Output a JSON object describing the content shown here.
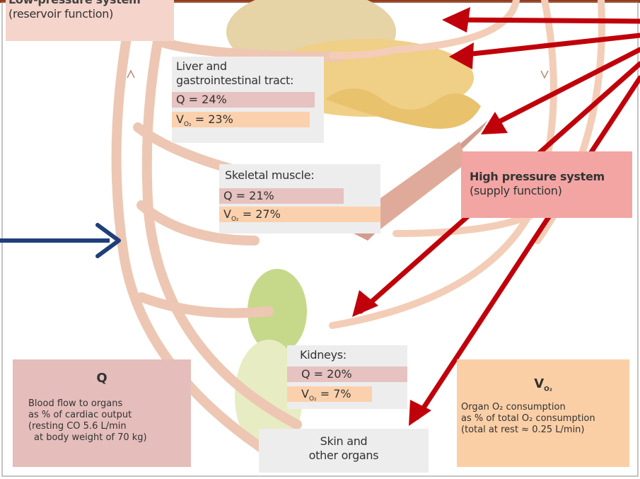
{
  "top_bar": {
    "color": "#9b3a14"
  },
  "low_pressure": {
    "title": "Low-pressure system",
    "subtitle": "(reservoir function)",
    "color": "#f5d4cb"
  },
  "high_pressure": {
    "title": "High pressure system",
    "subtitle": "(supply function)",
    "color": "#f2a5a3"
  },
  "liver": {
    "label_1": "Liver and",
    "label_2": "gastrointestinal tract:",
    "q": "Q  = 24%",
    "v_sym": "V",
    "v_sub": "O₂",
    "v_val": "= 23%"
  },
  "muscle": {
    "label": "Skeletal muscle:",
    "q": "Q  = 21%",
    "v_sym": "V",
    "v_sub": "O₂",
    "v_val": "= 27%"
  },
  "kidneys": {
    "label": "Kidneys:",
    "q": "Q  = 20%",
    "v_sym": "V",
    "v_sub": "O₂",
    "v_val": "=   7%"
  },
  "skin": {
    "label_1": "Skin and",
    "label_2": "other organs"
  },
  "legend_q": {
    "symbol": "Q",
    "line_1": "Blood flow to organs",
    "line_2": "as % of cardiac output",
    "line_3": "(resting CO  5.6 L/min",
    "line_4": "at body weight of 70 kg)",
    "color": "#e5bdbb"
  },
  "legend_v": {
    "symbol": "V",
    "symbol_sub": "O₂",
    "line_1": "Organ O₂ consumption",
    "line_2": "as % of total O₂ consumption",
    "line_3": "(total at rest ≈ 0.25 L/min)",
    "color": "#fbcfa6"
  },
  "annotation_colors": {
    "red": "#c0000a",
    "blue": "#1f3f7a"
  }
}
